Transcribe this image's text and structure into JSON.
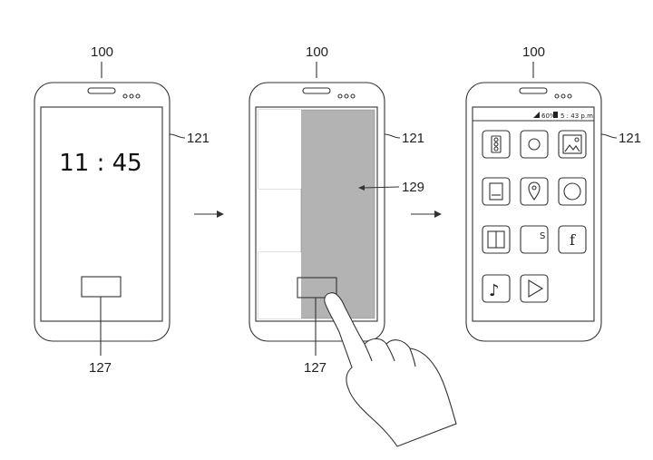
{
  "phones": [
    {
      "ref_label": "100",
      "screen_ref_label": "121",
      "clock_text": "11 : 45",
      "button_ref_label": "127"
    },
    {
      "ref_label": "100",
      "screen_ref_label": "121",
      "pattern_ref_label": "129",
      "button_ref_label": "127"
    },
    {
      "ref_label": "100",
      "screen_ref_label": "121",
      "status": {
        "battery_text": "60%",
        "time_text": "5 : 43  p.m."
      },
      "apps": [
        {
          "icon": "traffic-light-icon"
        },
        {
          "icon": "circle-icon"
        },
        {
          "icon": "gallery-icon"
        },
        {
          "icon": "notepad-icon"
        },
        {
          "icon": "map-pin-icon"
        },
        {
          "icon": "ring-icon"
        },
        {
          "icon": "book-icon"
        },
        {
          "icon": "s-app-icon",
          "glyph": "S"
        },
        {
          "icon": "facebook-icon",
          "glyph": "f"
        },
        {
          "icon": "music-note-icon",
          "glyph": "♪"
        },
        {
          "icon": "play-icon"
        }
      ]
    }
  ],
  "colors": {
    "line": "#333333",
    "pattern_fill": "#b3b3b3",
    "background": "#ffffff"
  }
}
